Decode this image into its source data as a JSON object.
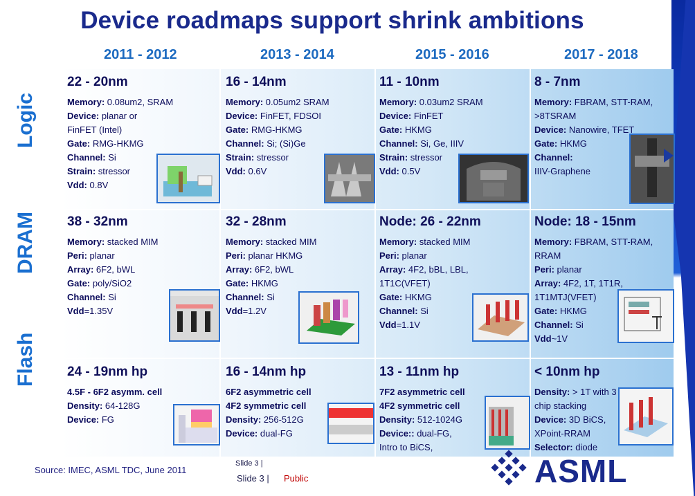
{
  "title": "Device roadmaps support shrink ambitions",
  "years": [
    "2011 - 2012",
    "2013 - 2014",
    "2015 - 2016",
    "2017 - 2018"
  ],
  "categories": [
    "Logic",
    "DRAM",
    "Flash"
  ],
  "logic": [
    {
      "node": "22 - 20nm",
      "lines": [
        {
          "k": "Memory:",
          "v": " 0.08um2, SRAM"
        },
        {
          "k": "Device:",
          "v": " planar or"
        },
        {
          "k": "",
          "v": "FinFET (Intel)"
        },
        {
          "k": "Gate:",
          "v": " RMG-HKMG"
        },
        {
          "k": "Channel:",
          "v": " Si"
        },
        {
          "k": "Strain:",
          "v": " stressor"
        },
        {
          "k": "Vdd:",
          "v": " 0.8V"
        }
      ]
    },
    {
      "node": "16 - 14nm",
      "lines": [
        {
          "k": "Memory:",
          "v": " 0.05um2 SRAM"
        },
        {
          "k": "Device:",
          "v": " FinFET, FDSOI"
        },
        {
          "k": "Gate:",
          "v": " RMG-HKMG"
        },
        {
          "k": "Channel:",
          "v": " Si; (Si)Ge"
        },
        {
          "k": "Strain:",
          "v": " stressor"
        },
        {
          "k": "Vdd:",
          "v": " 0.6V"
        }
      ]
    },
    {
      "node": "11 - 10nm",
      "lines": [
        {
          "k": "Memory:",
          "v": " 0.03um2 SRAM"
        },
        {
          "k": "Device:",
          "v": " FinFET"
        },
        {
          "k": "Gate:",
          "v": " HKMG"
        },
        {
          "k": "Channel:",
          "v": " Si, Ge, IIIV"
        },
        {
          "k": "Strain:",
          "v": " stressor"
        },
        {
          "k": "Vdd:",
          "v": " 0.5V"
        }
      ]
    },
    {
      "node": "8 - 7nm",
      "lines": [
        {
          "k": "Memory:",
          "v": " FBRAM, STT-RAM,"
        },
        {
          "k": "",
          "v": ">8TSRAM"
        },
        {
          "k": "Device:",
          "v": " Nanowire, TFET"
        },
        {
          "k": "Gate:",
          "v": " HKMG"
        },
        {
          "k": "Channel:",
          "v": ""
        },
        {
          "k": "",
          "v": "IIIV-Graphene"
        }
      ]
    }
  ],
  "dram": [
    {
      "node": "38 - 32nm",
      "lines": [
        {
          "k": "Memory:",
          "v": " stacked MIM"
        },
        {
          "k": "Peri:",
          "v": " planar"
        },
        {
          "k": "Array:",
          "v": " 6F2, bWL"
        },
        {
          "k": "Gate:",
          "v": " poly/SiO2"
        },
        {
          "k": "Channel:",
          "v": " Si"
        },
        {
          "k": "Vdd",
          "v": "=1.35V"
        }
      ]
    },
    {
      "node": "32 - 28nm",
      "lines": [
        {
          "k": "Memory:",
          "v": " stacked MIM"
        },
        {
          "k": "Peri:",
          "v": " planar HKMG"
        },
        {
          "k": "Array:",
          "v": " 6F2, bWL"
        },
        {
          "k": "Gate:",
          "v": " HKMG"
        },
        {
          "k": "Channel:",
          "v": " Si"
        },
        {
          "k": "Vdd",
          "v": "=1.2V"
        }
      ]
    },
    {
      "node": "Node: 26 - 22nm",
      "lines": [
        {
          "k": "Memory:",
          "v": " stacked MIM"
        },
        {
          "k": "Peri:",
          "v": " planar"
        },
        {
          "k": "Array:",
          "v": " 4F2, bBL, LBL,"
        },
        {
          "k": "",
          "v": "1T1C(VFET)"
        },
        {
          "k": "Gate:",
          "v": " HKMG"
        },
        {
          "k": "Channel:",
          "v": " Si"
        },
        {
          "k": "Vdd",
          "v": "=1.1V"
        }
      ]
    },
    {
      "node": "Node: 18 - 15nm",
      "lines": [
        {
          "k": "Memory:",
          "v": " FBRAM, STT-RAM,"
        },
        {
          "k": "",
          "v": "RRAM"
        },
        {
          "k": "Peri:",
          "v": " planar"
        },
        {
          "k": "Array:",
          "v": " 4F2, 1T, 1T1R,"
        },
        {
          "k": "",
          "v": "1T1MTJ(VFET)"
        },
        {
          "k": "Gate:",
          "v": " HKMG"
        },
        {
          "k": "Channel:",
          "v": " Si"
        },
        {
          "k": "Vdd",
          "v": "~1V"
        }
      ]
    }
  ],
  "flash": [
    {
      "node": "24 - 19nm hp",
      "lines": [
        {
          "k": "4.5F - 6F2 asymm. cell",
          "v": ""
        },
        {
          "k": "Density:",
          "v": " 64-128G"
        },
        {
          "k": "Device:",
          "v": " FG"
        }
      ]
    },
    {
      "node": "16 - 14nm hp",
      "lines": [
        {
          "k": "6F2 asymmetric cell",
          "v": ""
        },
        {
          "k": "4F2 symmetric cell",
          "v": ""
        },
        {
          "k": "Density:",
          "v": " 256-512G"
        },
        {
          "k": "Device:",
          "v": " dual-FG"
        }
      ]
    },
    {
      "node": "13 - 11nm hp",
      "lines": [
        {
          "k": "7F2 asymmetric cell",
          "v": ""
        },
        {
          "k": "4F2 symmetric cell",
          "v": ""
        },
        {
          "k": "Density:",
          "v": " 512-1024G"
        },
        {
          "k": "Device::",
          "v": " dual-FG,"
        },
        {
          "k": "",
          "v": "Intro to BiCS,"
        }
      ]
    },
    {
      "node": "< 10nm hp",
      "lines": [
        {
          "k": "Density:",
          "v": " > 1T with 3"
        },
        {
          "k": "",
          "v": "chip stacking"
        },
        {
          "k": "Device:",
          "v": " 3D BiCS,"
        },
        {
          "k": "",
          "v": "XPoint-RRAM"
        },
        {
          "k": "Selector:",
          "v": " diode"
        }
      ]
    }
  ],
  "footer": {
    "source": "Source: IMEC, ASML TDC, June 2011",
    "slide_small": "Slide 3  |",
    "slide": "Slide 3 |",
    "public": "Public",
    "logo": "ASML"
  },
  "colors": {
    "title": "#1a2a8c",
    "year": "#1c6ac0",
    "category": "#1a6fd0",
    "public": "#c00000"
  }
}
